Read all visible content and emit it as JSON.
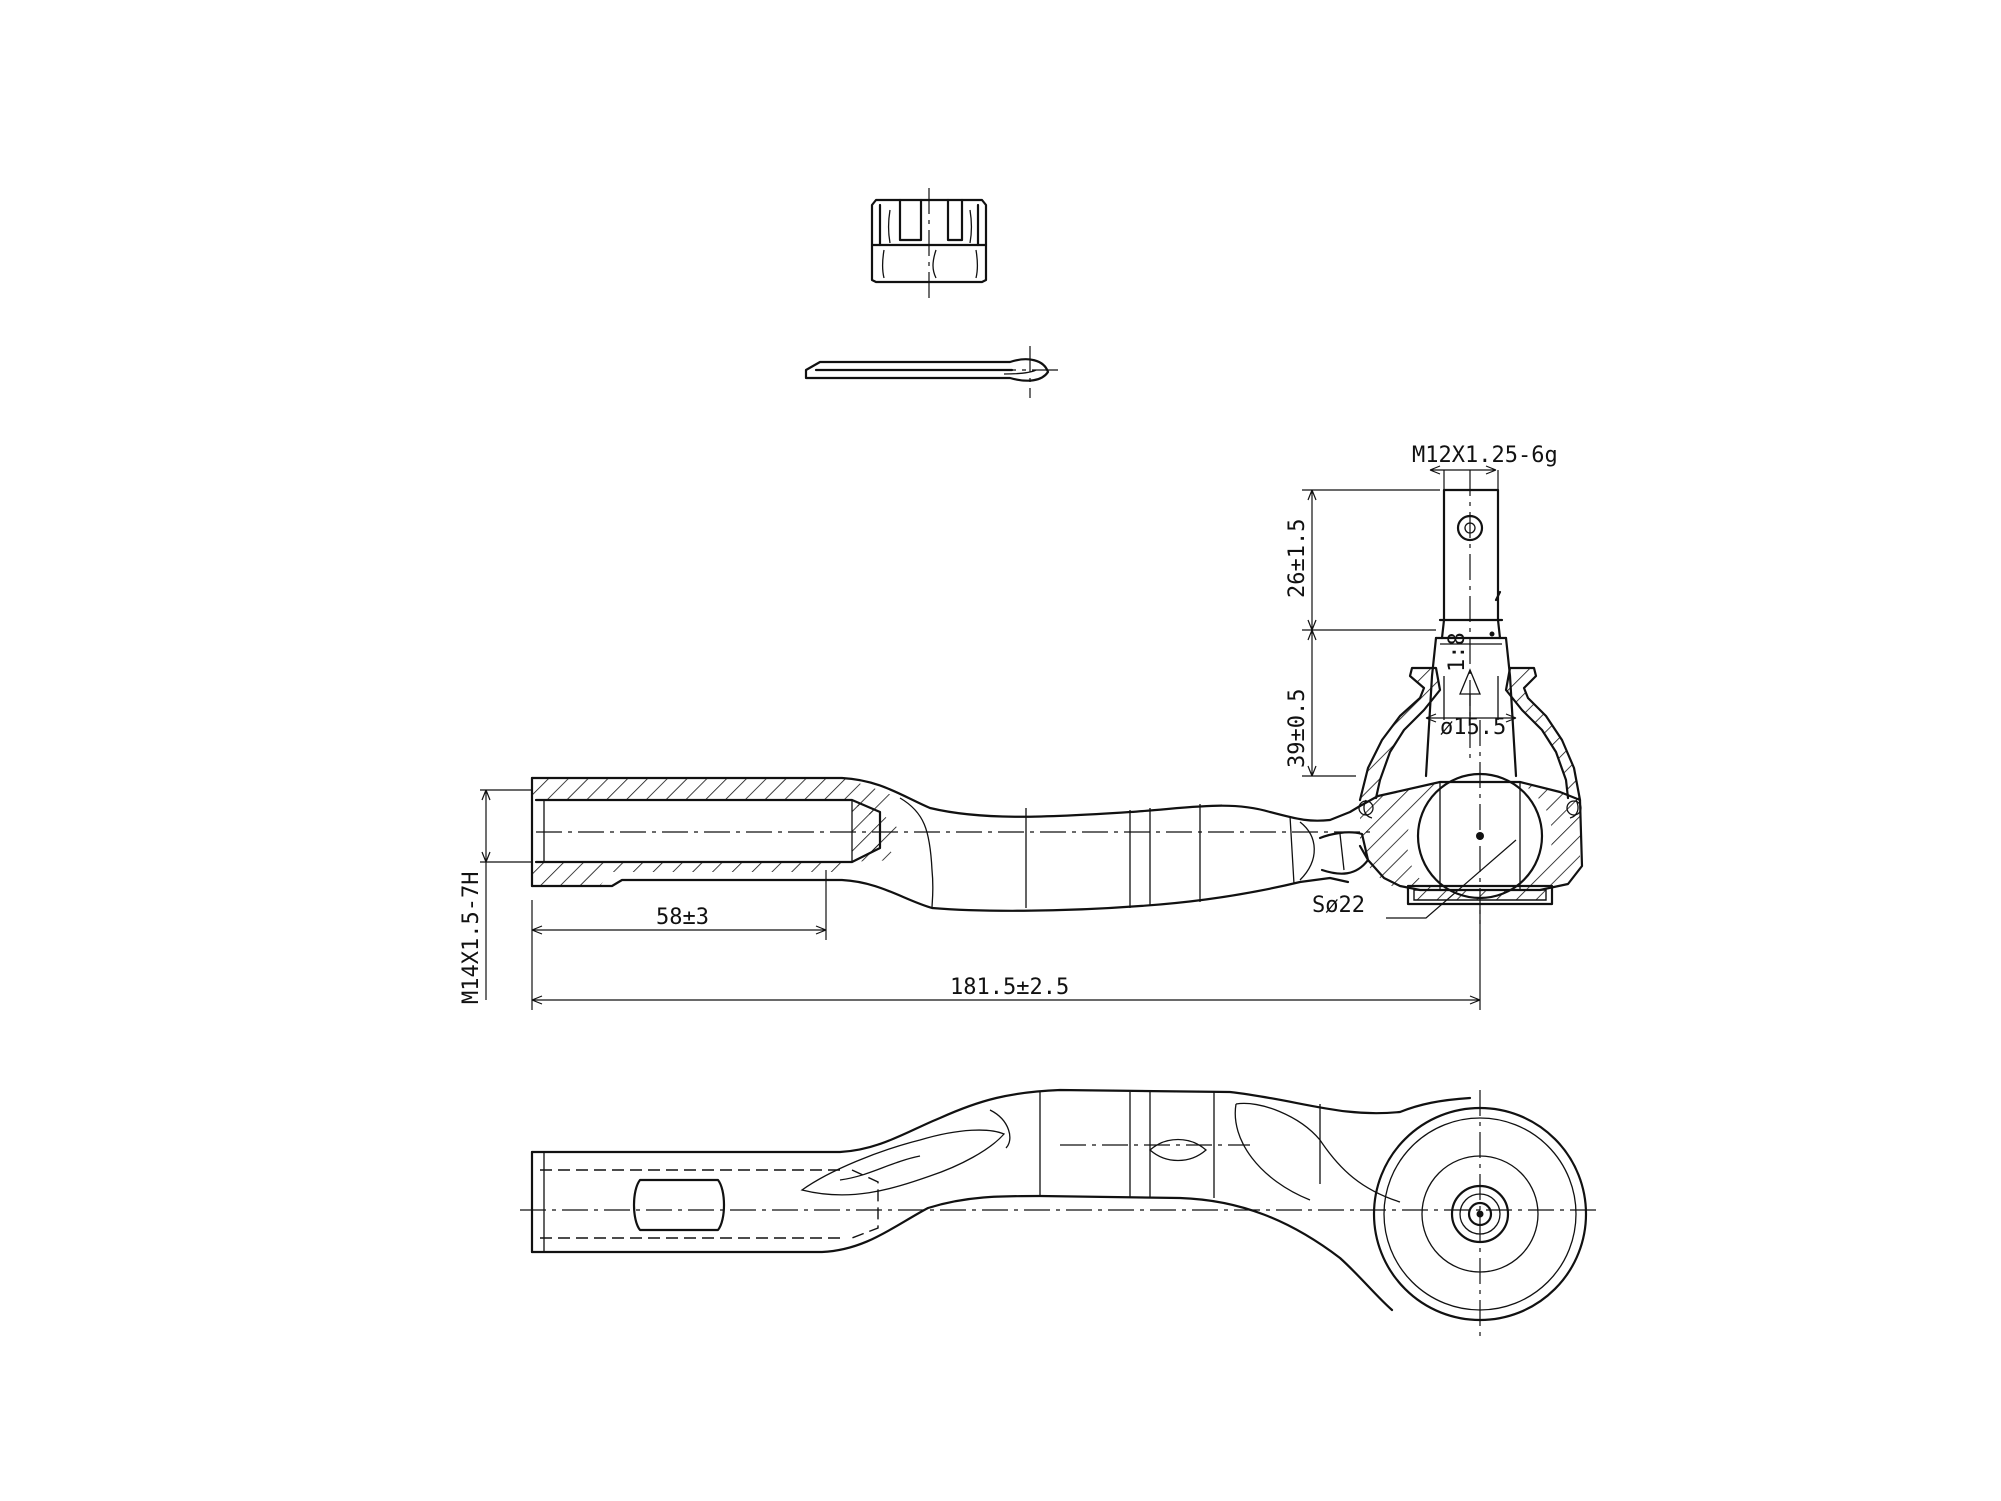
{
  "dimensions": {
    "thread_stud": "M12X1.25-6g",
    "stud_length": "26±1.5",
    "taper": "1:8",
    "taper_diameter": "ø15.5",
    "height": "39±0.5",
    "thread_inner": "M14X1.5-7H",
    "thread_depth": "58±3",
    "overall_length": "181.5±2.5",
    "ball_diameter": "Sø22"
  },
  "colors": {
    "line": "#111111",
    "background": "#ffffff"
  }
}
